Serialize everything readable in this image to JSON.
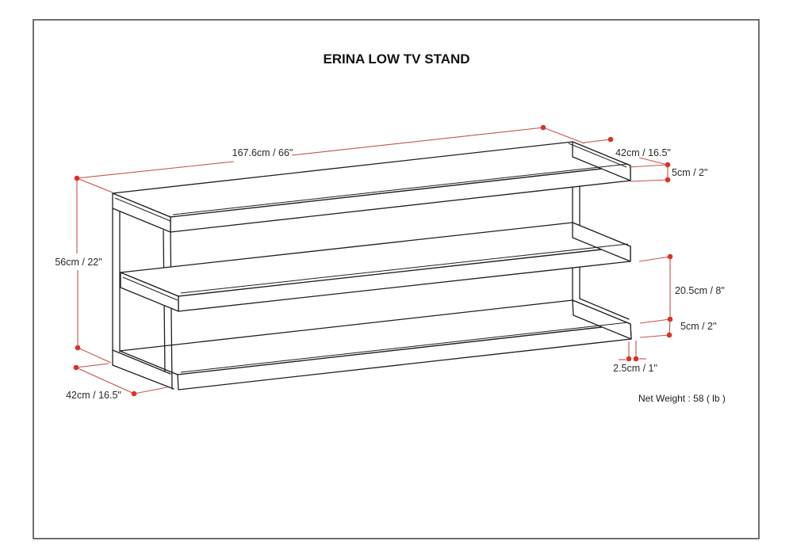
{
  "page": {
    "title": "ERINA LOW TV STAND",
    "net_weight": "Net Weight : 58 ( lb )"
  },
  "colors": {
    "background": "#ffffff",
    "border": "#4d4d4d",
    "drawing_line": "#1f1f1f",
    "dimension_line_red": "#c4534c",
    "dimension_dot_red": "#dd3127",
    "label_text": "#2a2a2a"
  },
  "dimensions": {
    "length": {
      "label": "167.6cm / 66\"",
      "meaning": "overall width"
    },
    "depth_top": {
      "label": "42cm / 16.5\"",
      "meaning": "top depth"
    },
    "thickness_top": {
      "label": "5cm / 2\"",
      "meaning": "top shelf thickness"
    },
    "height": {
      "label": "56cm / 22\"",
      "meaning": "overall height"
    },
    "shelf_gap": {
      "label": "20.5cm / 8\"",
      "meaning": "gap between shelves"
    },
    "thickness_bottom": {
      "label": "5cm / 2''",
      "meaning": "bottom shelf thickness"
    },
    "frame_thickness": {
      "label": "2.5cm / 1\"",
      "meaning": "frame thickness"
    },
    "depth_bottom": {
      "label": "42cm / 16.5\"",
      "meaning": "base depth"
    }
  }
}
